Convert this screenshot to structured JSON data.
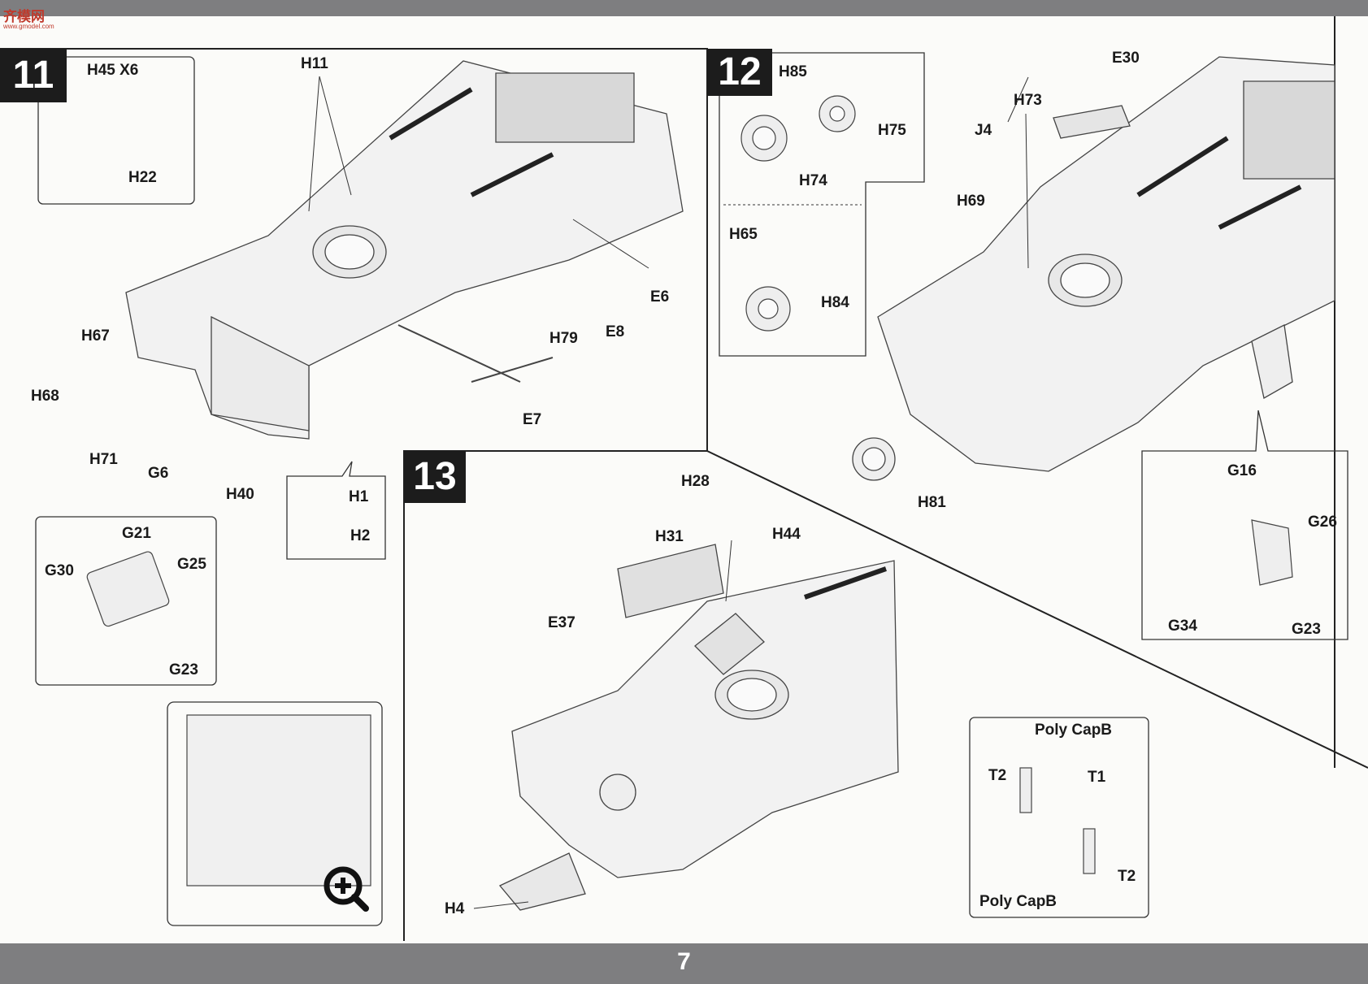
{
  "header": {
    "site_logo": "齐模网",
    "site_url": "www.gmodel.com"
  },
  "footer": {
    "page_number": "7"
  },
  "steps": [
    {
      "number": "11",
      "labels": [
        "H45 X6",
        "H22",
        "H11",
        "E6",
        "E8",
        "H79",
        "E7",
        "H67",
        "H68",
        "H71",
        "G6",
        "H40",
        "H1",
        "H2",
        "G21",
        "G30",
        "G25",
        "G23"
      ]
    },
    {
      "number": "12",
      "labels": [
        "H85",
        "H75",
        "H74",
        "H65",
        "H84",
        "E30",
        "H73",
        "J4",
        "H69",
        "H81",
        "G16",
        "G26",
        "G34",
        "G23"
      ]
    },
    {
      "number": "13",
      "labels": [
        "H28",
        "H31",
        "H44",
        "E37",
        "H4"
      ]
    }
  ],
  "inset_poly": {
    "labels": [
      "Poly CapB",
      "T2",
      "T1",
      "T2",
      "Poly CapB"
    ]
  },
  "zoom_icon": "magnify-plus-icon"
}
